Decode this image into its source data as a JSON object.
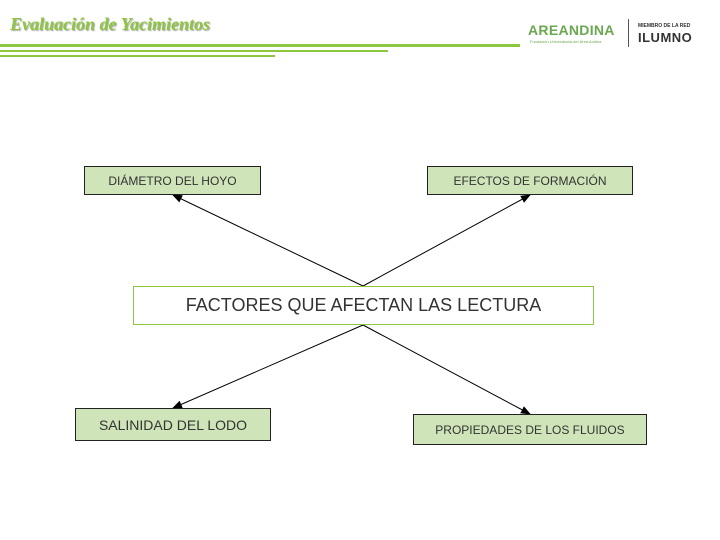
{
  "header": {
    "title": "Evaluación de Yacimientos",
    "accent_color": "#8dc63f"
  },
  "logos": {
    "areandina_name": "AREANDINA",
    "areandina_subtitle": "Fundación Universitaria del Área Andina",
    "ilumno_tagline": "MIEMBRO DE LA RED",
    "ilumno_name": "ILUMNO"
  },
  "diagram": {
    "central": "FACTORES QUE AFECTAN LAS LECTURA",
    "top_left": "DIÁMETRO DEL HOYO",
    "top_right": "EFECTOS DE FORMACIÓN",
    "bottom_left": "SALINIDAD DEL LODO",
    "bottom_right": "PROPIEDADES DE LOS FLUIDOS",
    "node_fill_color": "#cfe4b8",
    "central_border_color": "#8dc63f"
  }
}
